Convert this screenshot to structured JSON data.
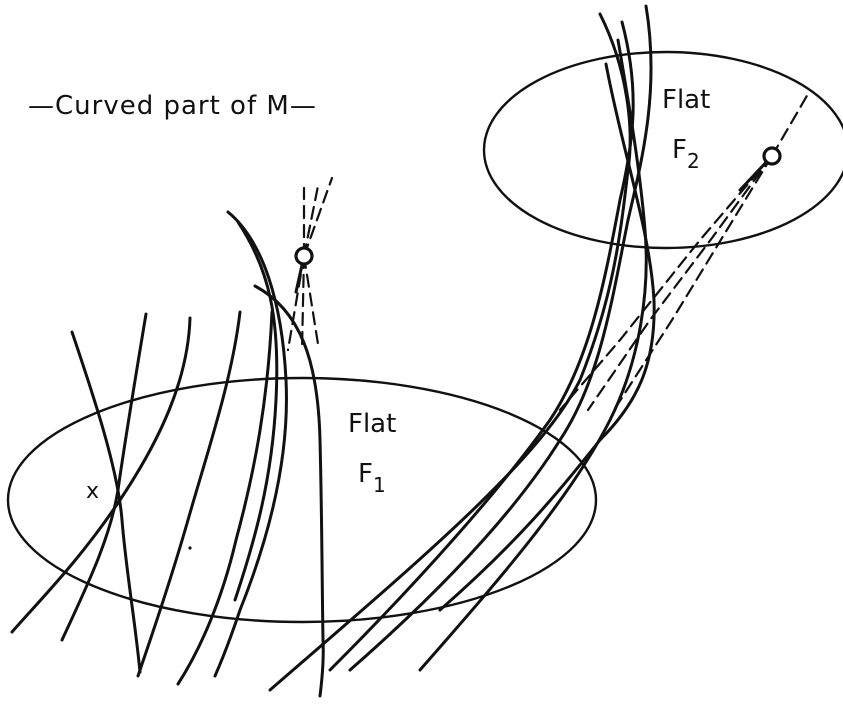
{
  "caption": "—Curved part of M—",
  "regions": [
    {
      "label": "Flat",
      "name": "F",
      "sub": "1"
    },
    {
      "label": "Flat",
      "name": "F",
      "sub": "2"
    }
  ],
  "point_label": "x",
  "colors": {
    "ink": "#111111",
    "background": "#ffffff"
  }
}
